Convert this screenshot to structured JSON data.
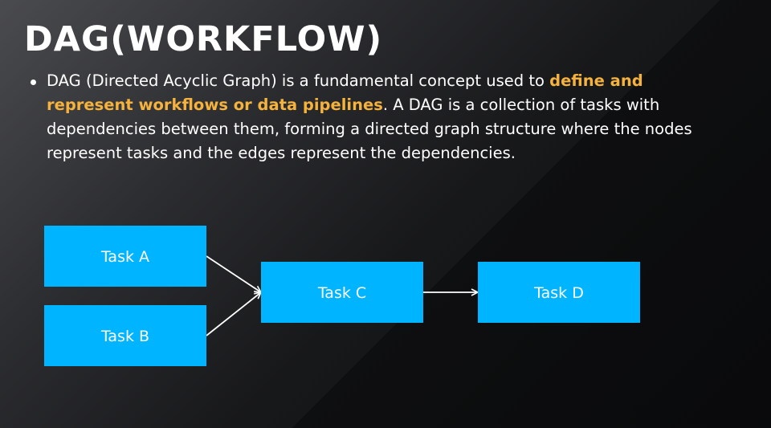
{
  "title": "DAG(WORKFLOW)",
  "bullet": {
    "part1": "DAG (Directed Acyclic Graph) is a fundamental concept used to ",
    "highlight": "define and represent workflows or data pipelines",
    "part2": ". A DAG is a collection of tasks with dependencies between them, forming a directed graph structure where the nodes represent tasks and the edges represent the dependencies."
  },
  "colors": {
    "highlight": "#f5b23c",
    "node_fill": "#00b4ff",
    "edge": "#ffffff"
  },
  "diagram": {
    "nodes": [
      {
        "id": "a",
        "label": "Task A"
      },
      {
        "id": "b",
        "label": "Task B"
      },
      {
        "id": "c",
        "label": "Task C"
      },
      {
        "id": "d",
        "label": "Task D"
      }
    ],
    "edges": [
      {
        "from": "a",
        "to": "c"
      },
      {
        "from": "b",
        "to": "c"
      },
      {
        "from": "c",
        "to": "d"
      }
    ]
  }
}
